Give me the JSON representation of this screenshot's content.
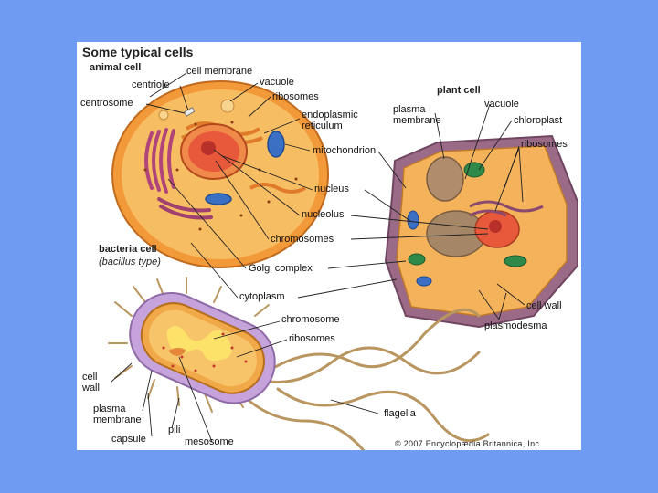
{
  "figure": {
    "title": "Some typical cells",
    "copyright": "© 2007 Encyclopædia Britannica, Inc."
  },
  "animal_cell": {
    "header": "animal cell",
    "labels": {
      "cell_membrane": "cell membrane",
      "centriole": "centriole",
      "centrosome": "centrosome",
      "vacuole": "vacuole",
      "ribosomes": "ribosomes",
      "endoplasmic_reticulum": "endoplasmic reticulum",
      "mitochondrion": "mitochondrion",
      "nucleus": "nucleus",
      "nucleolus": "nucleolus",
      "chromosomes": "chromosomes",
      "golgi_complex": "Golgi complex",
      "cytoplasm": "cytoplasm"
    }
  },
  "plant_cell": {
    "header": "plant cell",
    "labels": {
      "plasma_membrane": "plasma membrane",
      "vacuole": "vacuole",
      "chloroplast": "chloroplast",
      "ribosomes": "ribosomes",
      "cell_wall": "cell wall",
      "plasmodesma": "plasmodesma"
    }
  },
  "bacteria_cell": {
    "header": "bacteria cell",
    "subheader": "(bacillus type)",
    "labels": {
      "chromosome": "chromosome",
      "ribosomes": "ribosomes",
      "cell_wall": "cell wall",
      "plasma_membrane": "plasma membrane",
      "capsule": "capsule",
      "pili": "pili",
      "mesosome": "mesosome",
      "flagella": "flagella"
    }
  },
  "colors": {
    "background": "#6f9bf2",
    "cytoplasm": "#f6b24a",
    "nucleus": "#e8583a",
    "golgi": "#b0457a",
    "mitochondrion": "#3a6fc4",
    "chloroplast": "#2f8a4a",
    "cell_wall_plant": "#9b6a86",
    "bacteria_capsule": "#c6a3da",
    "flagella": "#b9955f"
  }
}
